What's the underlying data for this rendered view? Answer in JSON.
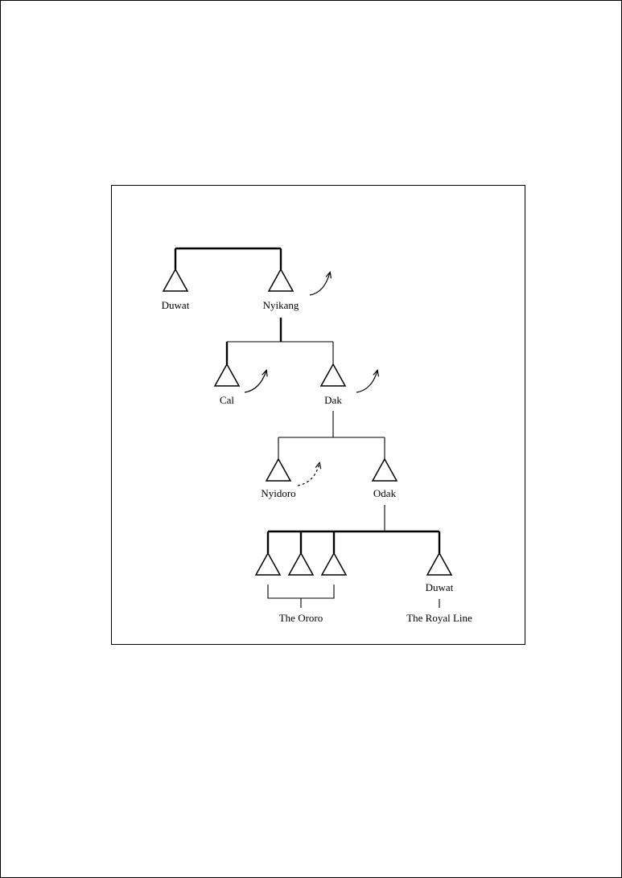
{
  "figure": {
    "people": {
      "duwat_top": "Duwat",
      "nyikang": "Nyikang",
      "cal": "Cal",
      "dak": "Dak",
      "nyidoro": "Nyidoro",
      "odak": "Odak",
      "duwat_bottom": "Duwat"
    },
    "groups": {
      "ororo": "The Ororo",
      "royal_line": "The Royal Line"
    }
  },
  "colors": {
    "ink": "#000000",
    "background": "#ffffff"
  }
}
